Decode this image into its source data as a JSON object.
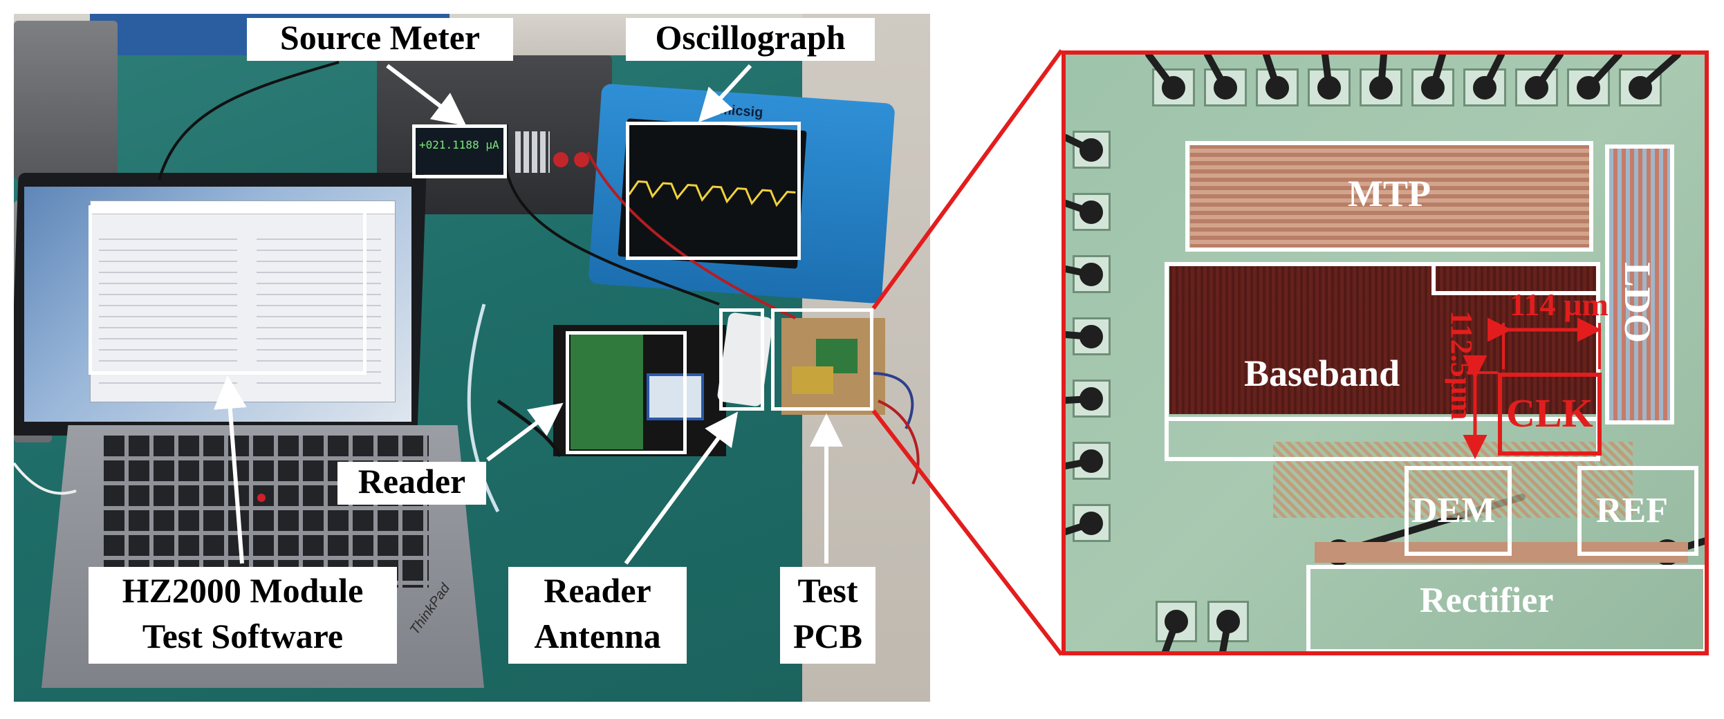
{
  "photo": {
    "labels": {
      "source_meter": "Source Meter",
      "oscillograph": "Oscillograph",
      "reader": "Reader",
      "software_line1": "HZ2000 Module",
      "software_line2": "Test Software",
      "antenna_line1": "Reader",
      "antenna_line2": "Antenna",
      "pcb_line1": "Test",
      "pcb_line2": "PCB"
    },
    "meter_readout": "+021.1188 µA",
    "osc_brand": "micsig",
    "laptop_brand": "ThinkPad"
  },
  "chip": {
    "blocks": {
      "mtp": "MTP",
      "baseband": "Baseband",
      "ldo": "LDO",
      "clk": "CLK",
      "dem": "DEM",
      "ref": "REF",
      "rectifier": "Rectifier"
    },
    "dimensions": {
      "width": "114 µm",
      "height": "112.5µm"
    }
  },
  "colors": {
    "highlight_red": "#e31d1d",
    "frame_white": "#ffffff",
    "bench_green": "#1f6d68"
  }
}
